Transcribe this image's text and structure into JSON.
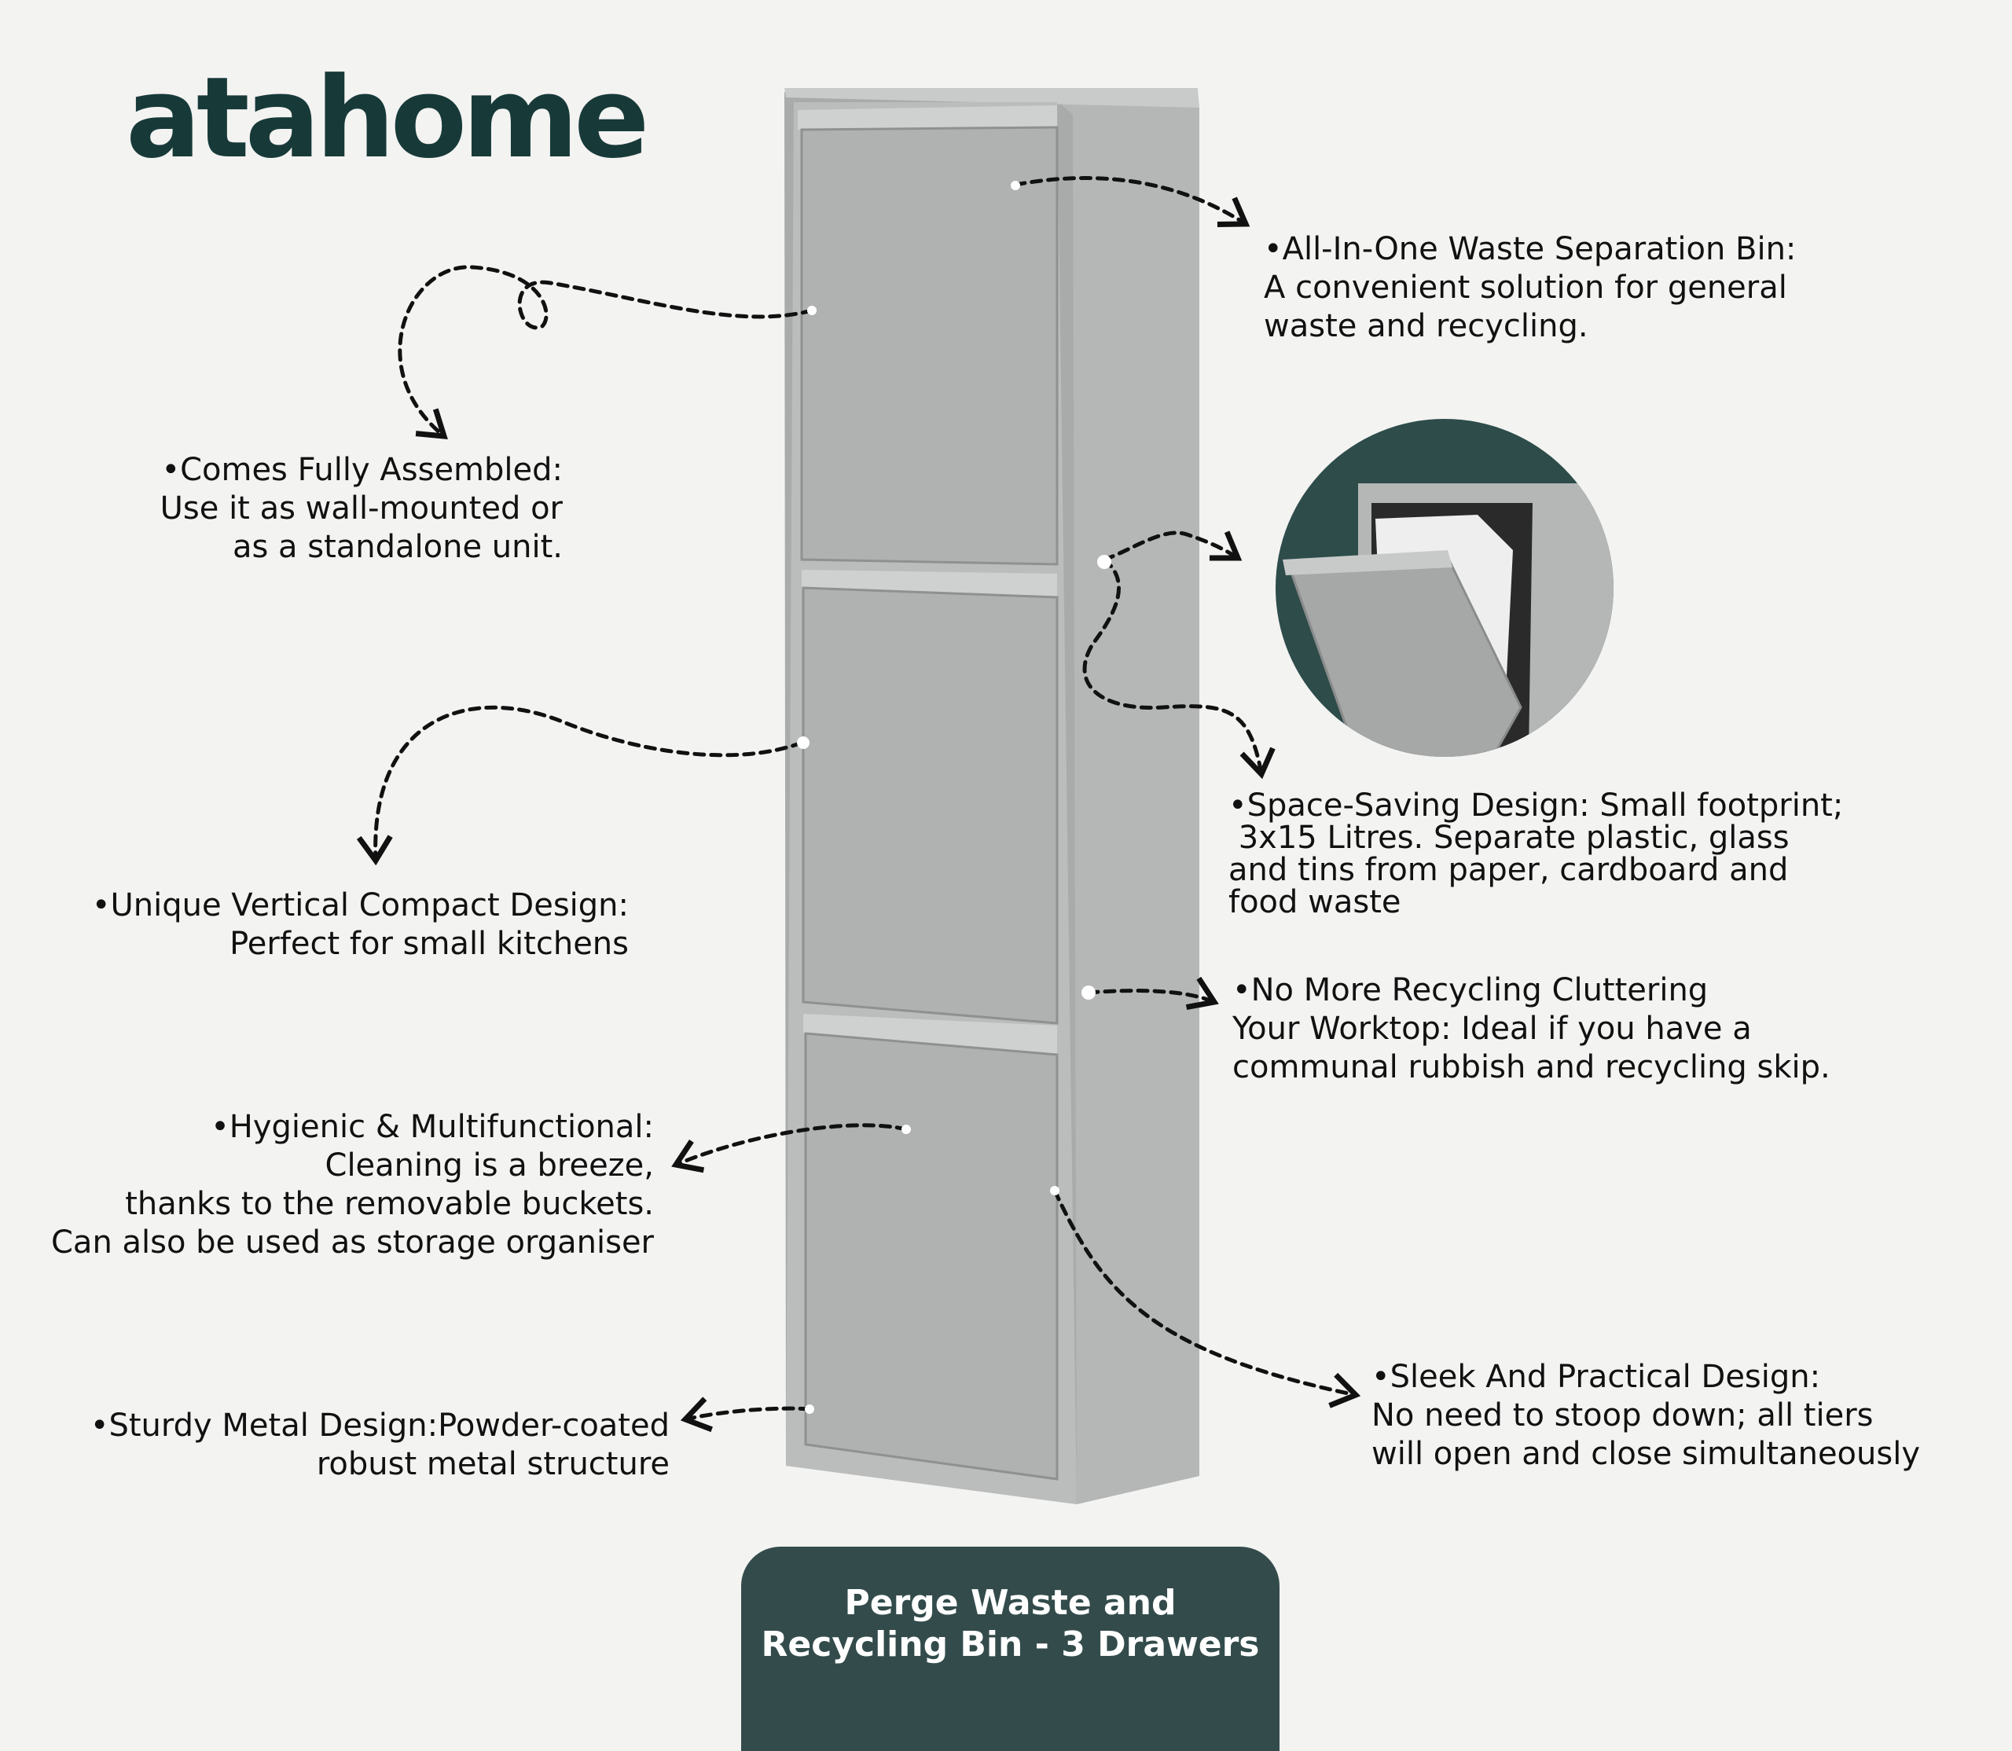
{
  "brand": {
    "name": "atahome",
    "color": "#173a38"
  },
  "colors": {
    "background": "#f3f3f2",
    "cabinet": "#b9bbbb",
    "banner": "#334b4b",
    "circle_bg": "#2d4c4a"
  },
  "features": [
    {
      "heading": "•All-In-One Waste Separation Bin:",
      "lines": [
        "A convenient solution for general",
        "waste and recycling."
      ]
    },
    {
      "heading": "•Comes Fully Assembled:",
      "lines": [
        "Use it as wall-mounted or",
        "as a standalone unit."
      ]
    },
    {
      "heading": "•Space-Saving Design: Small footprint;",
      "lines": [
        " 3x15 Litres. Separate plastic, glass",
        "and tins from paper, cardboard and",
        "food waste"
      ]
    },
    {
      "heading": "•Unique Vertical Compact Design:",
      "lines": [
        "Perfect for small kitchens"
      ]
    },
    {
      "heading": "•No More Recycling Cluttering",
      "lines": [
        "Your Worktop: Ideal if you have a",
        "communal rubbish and recycling skip."
      ]
    },
    {
      "heading": "•Hygienic & Multifunctional:",
      "lines": [
        "Cleaning is a breeze,",
        "thanks to the removable buckets.",
        "Can also be used as storage organiser"
      ]
    },
    {
      "heading": "•Sleek And Practical Design:",
      "lines": [
        "No need to stoop down; all tiers",
        "will open and close simultaneously"
      ]
    },
    {
      "heading": "•Sturdy Metal Design:Powder-coated",
      "lines": [
        "robust metal structure"
      ]
    }
  ],
  "banner": {
    "line1": "Perge Waste and",
    "line2": "Recycling Bin - 3 Drawers"
  }
}
